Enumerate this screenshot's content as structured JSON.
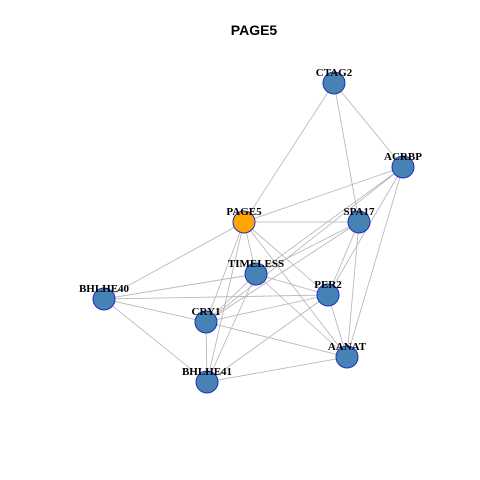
{
  "title": "PAGE5",
  "colors": {
    "hub": "#FFA500",
    "node": "#4682B4",
    "border": "#1F2FBF",
    "edge": "#B3B3B3"
  },
  "nodes": [
    {
      "id": "CTAG2",
      "label": "CTAG2",
      "role": "node"
    },
    {
      "id": "ACRBP",
      "label": "ACRBP",
      "role": "node"
    },
    {
      "id": "PAGE5",
      "label": "PAGE5",
      "role": "hub"
    },
    {
      "id": "SPA17",
      "label": "SPA17",
      "role": "node"
    },
    {
      "id": "TIMELESS",
      "label": "TIMELESS",
      "role": "node"
    },
    {
      "id": "BHLHE40",
      "label": "BHLHE40",
      "role": "node"
    },
    {
      "id": "PER2",
      "label": "PER2",
      "role": "node"
    },
    {
      "id": "CRY1",
      "label": "CRY1",
      "role": "node"
    },
    {
      "id": "AANAT",
      "label": "AANAT",
      "role": "node"
    },
    {
      "id": "BHLHE41",
      "label": "BHLHE41",
      "role": "node"
    }
  ],
  "edges": [
    [
      "CTAG2",
      "PAGE5"
    ],
    [
      "CTAG2",
      "ACRBP"
    ],
    [
      "CTAG2",
      "SPA17"
    ],
    [
      "ACRBP",
      "PAGE5"
    ],
    [
      "ACRBP",
      "TIMELESS"
    ],
    [
      "ACRBP",
      "PER2"
    ],
    [
      "ACRBP",
      "AANAT"
    ],
    [
      "ACRBP",
      "CRY1"
    ],
    [
      "PAGE5",
      "SPA17"
    ],
    [
      "PAGE5",
      "TIMELESS"
    ],
    [
      "PAGE5",
      "BHLHE40"
    ],
    [
      "PAGE5",
      "PER2"
    ],
    [
      "PAGE5",
      "CRY1"
    ],
    [
      "PAGE5",
      "AANAT"
    ],
    [
      "PAGE5",
      "BHLHE41"
    ],
    [
      "SPA17",
      "TIMELESS"
    ],
    [
      "SPA17",
      "PER2"
    ],
    [
      "SPA17",
      "AANAT"
    ],
    [
      "SPA17",
      "CRY1"
    ],
    [
      "TIMELESS",
      "BHLHE40"
    ],
    [
      "TIMELESS",
      "PER2"
    ],
    [
      "TIMELESS",
      "CRY1"
    ],
    [
      "TIMELESS",
      "AANAT"
    ],
    [
      "TIMELESS",
      "BHLHE41"
    ],
    [
      "BHLHE40",
      "PER2"
    ],
    [
      "BHLHE40",
      "CRY1"
    ],
    [
      "BHLHE40",
      "BHLHE41"
    ],
    [
      "PER2",
      "CRY1"
    ],
    [
      "PER2",
      "AANAT"
    ],
    [
      "PER2",
      "BHLHE41"
    ],
    [
      "CRY1",
      "AANAT"
    ],
    [
      "CRY1",
      "BHLHE41"
    ],
    [
      "AANAT",
      "BHLHE41"
    ]
  ]
}
